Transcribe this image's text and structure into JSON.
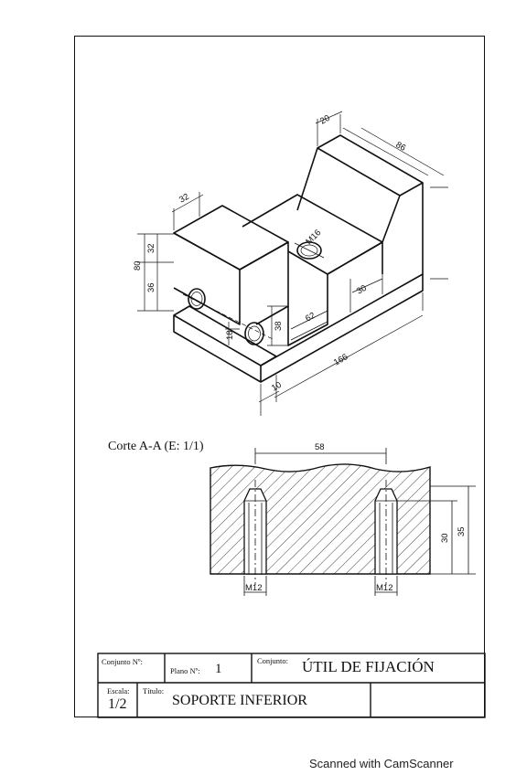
{
  "isometric": {
    "dims": {
      "d20": "20",
      "d86": "86",
      "d32_top": "32",
      "d32_side": "32",
      "d80": "80",
      "d36": "36",
      "d38": "38",
      "d18": "18",
      "d30": "30",
      "d62": "62",
      "d10": "10",
      "d166": "166",
      "m16": "M16"
    }
  },
  "section": {
    "title": "Corte A-A (E: 1/1)",
    "dims": {
      "d58": "58",
      "d30": "30",
      "d35": "35",
      "m12_left": "M12",
      "m12_right": "M12"
    }
  },
  "title_block": {
    "conjunto_no_label": "Conjunto Nº:",
    "plano_no_label": "Plano Nº:",
    "plano_no_value": "1",
    "conjunto_label": "Conjunto:",
    "conjunto_value": "ÚTIL DE FIJACIÓN",
    "escala_label": "Escala:",
    "escala_value": "1/2",
    "titulo_label": "Título:",
    "titulo_value": "SOPORTE INFERIOR"
  },
  "footer": "Scanned with CamScanner"
}
